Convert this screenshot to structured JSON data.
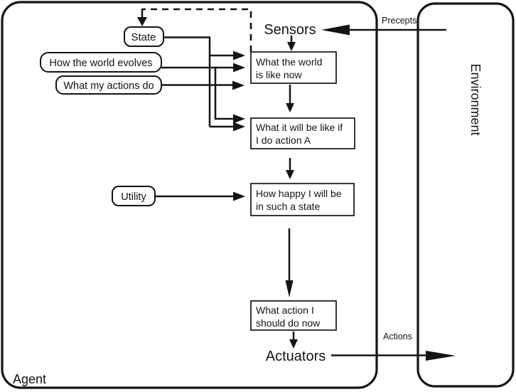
{
  "diagram": {
    "title_implicit": "Utility-based agent architecture",
    "frames": {
      "agent_label": "Agent",
      "environment_label": "Environment"
    },
    "io": {
      "sensors_label": "Sensors",
      "actuators_label": "Actuators",
      "percepts_label": "Precepts",
      "actions_label": "Actions"
    },
    "rounded_nodes": {
      "state": "State",
      "evolves": "How the world evolves",
      "actions_do": "What my actions do",
      "utility": "Utility"
    },
    "process_boxes": {
      "world_now": {
        "line1": "What the world",
        "line2": "is like now"
      },
      "future_state": {
        "line1": "What it will be like if",
        "line2": "I do action A"
      },
      "happiness": {
        "line1": "How happy I will be",
        "line2": "in such a state"
      },
      "action_choice": {
        "line1": "What action I",
        "line2": "should do now"
      }
    },
    "colors": {
      "ink": "#141414",
      "background": "#ffffff"
    }
  }
}
